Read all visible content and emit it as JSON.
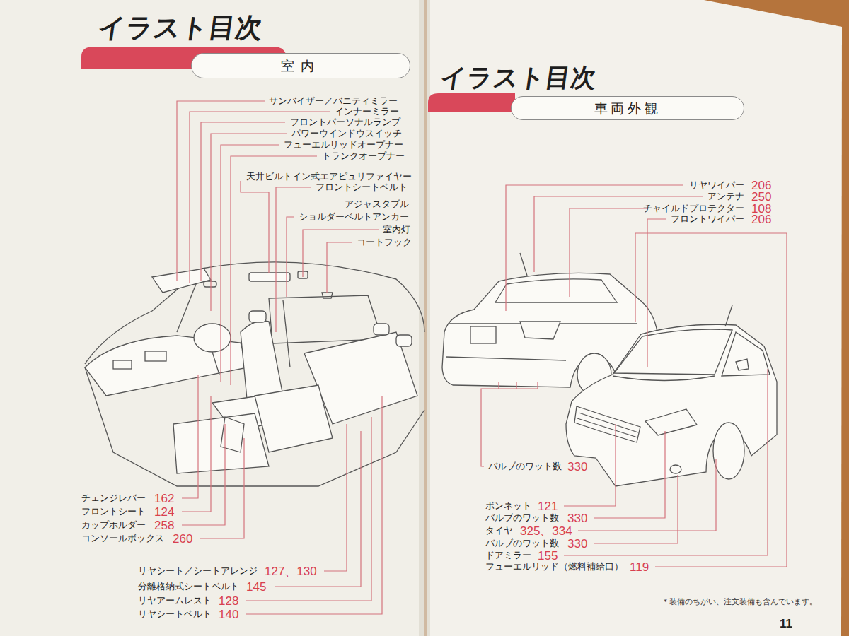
{
  "diagram": {
    "title": "イラスト目次",
    "nodes": [
      {
        "text": [
          "室内"
        ]
      },
      {
        "text": [
          "車両外観"
        ]
      }
    ],
    "labels": [
      "イラスト目次",
      "サンバイザー／バニティミラー",
      "インナーミラー",
      "フロントパーソナルランプ",
      "パワーウインドウスイッチ",
      "フューエルリッドオープナー",
      "トランクオープナー",
      "天井ビルトイン式エアピュリファイヤー",
      "フロントシートベルト",
      "アジャスタブル ショルダーベルトアンカー",
      "室内灯",
      "コートフック",
      "チェンジレバー",
      "162",
      "フロントシート",
      "124",
      "カップホルダー",
      "258",
      "コンソールボックス",
      "260",
      "リヤシート／シートアレンジ",
      "127、130",
      "分離格納式シートベルト",
      "145",
      "リヤアームレスト",
      "128",
      "リヤシートベルト",
      "140",
      "リヤワイパー",
      "206",
      "アンテナ",
      "250",
      "チャイルドプロテクター",
      "108",
      "フロントワイパー",
      "206",
      "バルブのワット数",
      "330",
      "ボンネット",
      "121",
      "バルブのワット数",
      "330",
      "タイヤ",
      "325、334",
      "バルブのワット数",
      "330",
      "ドアミラー",
      "155",
      "フューエルリッド（燃料補給口）",
      "119",
      "＊装備のちがい、注文装備も含んでいます。",
      "11"
    ]
  }
}
